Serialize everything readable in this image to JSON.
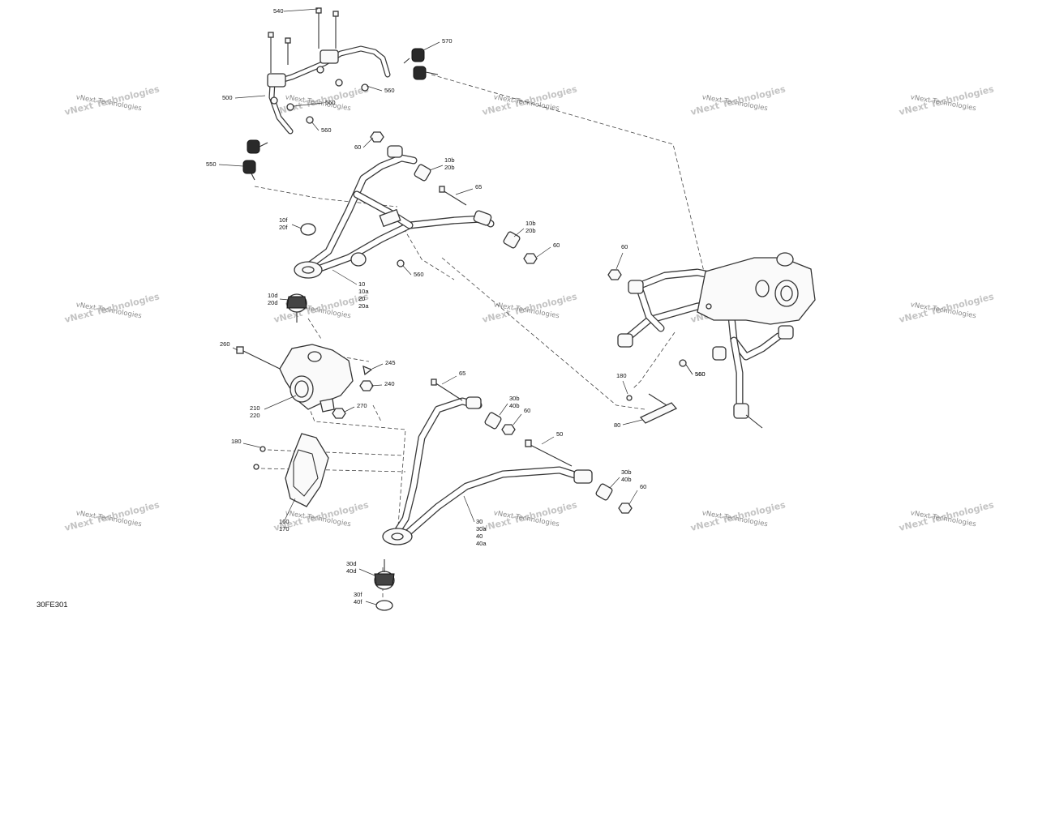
{
  "diagram_code": "30FE301",
  "watermark": "vNext Technologies",
  "callouts": [
    {
      "lines": [
        "540"
      ]
    },
    {
      "lines": [
        "570"
      ]
    },
    {
      "lines": [
        "500"
      ]
    },
    {
      "lines": [
        "560"
      ]
    },
    {
      "lines": [
        "560"
      ]
    },
    {
      "lines": [
        "560"
      ]
    },
    {
      "lines": [
        "560"
      ]
    },
    {
      "lines": [
        "550"
      ]
    },
    {
      "lines": [
        "60"
      ]
    },
    {
      "lines": [
        "10b",
        "20b"
      ]
    },
    {
      "lines": [
        "65"
      ]
    },
    {
      "lines": [
        "10f",
        "20f"
      ]
    },
    {
      "lines": [
        "10b",
        "20b"
      ]
    },
    {
      "lines": [
        "60"
      ]
    },
    {
      "lines": [
        "560"
      ]
    },
    {
      "lines": [
        "10",
        "10a",
        "20",
        "20a"
      ]
    },
    {
      "lines": [
        "10d",
        "20d"
      ]
    },
    {
      "lines": [
        "260"
      ]
    },
    {
      "lines": [
        "245"
      ]
    },
    {
      "lines": [
        "240"
      ]
    },
    {
      "lines": [
        "210",
        "220"
      ]
    },
    {
      "lines": [
        "270"
      ]
    },
    {
      "lines": [
        "65"
      ]
    },
    {
      "lines": [
        "30b",
        "40b"
      ]
    },
    {
      "lines": [
        "60"
      ]
    },
    {
      "lines": [
        "50"
      ]
    },
    {
      "lines": [
        "180"
      ]
    },
    {
      "lines": [
        "160",
        "170"
      ]
    },
    {
      "lines": [
        "30b",
        "40b"
      ]
    },
    {
      "lines": [
        "60"
      ]
    },
    {
      "lines": [
        "30",
        "30a",
        "40",
        "40a"
      ]
    },
    {
      "lines": [
        "30d",
        "40d"
      ]
    },
    {
      "lines": [
        "30f",
        "40f"
      ]
    },
    {
      "lines": [
        "60"
      ]
    },
    {
      "lines": [
        "560"
      ]
    },
    {
      "lines": [
        "180"
      ]
    },
    {
      "lines": [
        "80"
      ]
    }
  ]
}
